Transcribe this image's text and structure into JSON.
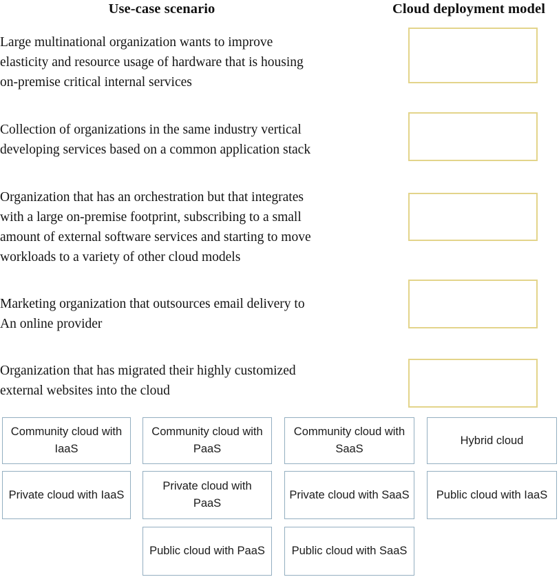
{
  "headers": {
    "scenario": "Use-case scenario",
    "model": "Cloud deployment model"
  },
  "colors": {
    "drop_box_border": "#e3d48a",
    "option_border": "#93aec0",
    "text": "#141414",
    "background": "#ffffff"
  },
  "scenarios": [
    {
      "id": "scenario-1",
      "lines": [
        "Large multinational organization wants to improve",
        "elasticity and resource usage of hardware that is housing",
        "on-premise critical internal services"
      ]
    },
    {
      "id": "scenario-2",
      "lines": [
        "Collection of organizations in the same industry vertical",
        "developing services based on a common application stack"
      ]
    },
    {
      "id": "scenario-3",
      "lines": [
        "Organization that has an orchestration but that integrates",
        "with a large on-premise footprint, subscribing to a small",
        "amount of external software services and starting to move",
        "workloads to a variety of other cloud models"
      ]
    },
    {
      "id": "scenario-4",
      "lines": [
        "Marketing organization that outsources email delivery to",
        "An online provider"
      ]
    },
    {
      "id": "scenario-5",
      "lines": [
        "Organization that has migrated their highly customized",
        "external websites into the cloud"
      ]
    }
  ],
  "drop_boxes": [
    {
      "id": "drop-box-1",
      "value": ""
    },
    {
      "id": "drop-box-2",
      "value": ""
    },
    {
      "id": "drop-box-3",
      "value": ""
    },
    {
      "id": "drop-box-4",
      "value": ""
    },
    {
      "id": "drop-box-5",
      "value": ""
    }
  ],
  "options": {
    "column_1": [
      {
        "label": "Community cloud with IaaS"
      },
      {
        "label": "Private cloud with IaaS"
      }
    ],
    "column_2": [
      {
        "label": "Community cloud with PaaS"
      },
      {
        "label": "Private cloud with PaaS"
      },
      {
        "label": "Public cloud with PaaS"
      }
    ],
    "column_3": [
      {
        "label": "Community cloud with SaaS"
      },
      {
        "label": "Private cloud with SaaS"
      },
      {
        "label": "Public cloud with SaaS"
      }
    ],
    "column_4": [
      {
        "label": "Hybrid cloud"
      },
      {
        "label": "Public cloud with IaaS"
      }
    ]
  }
}
